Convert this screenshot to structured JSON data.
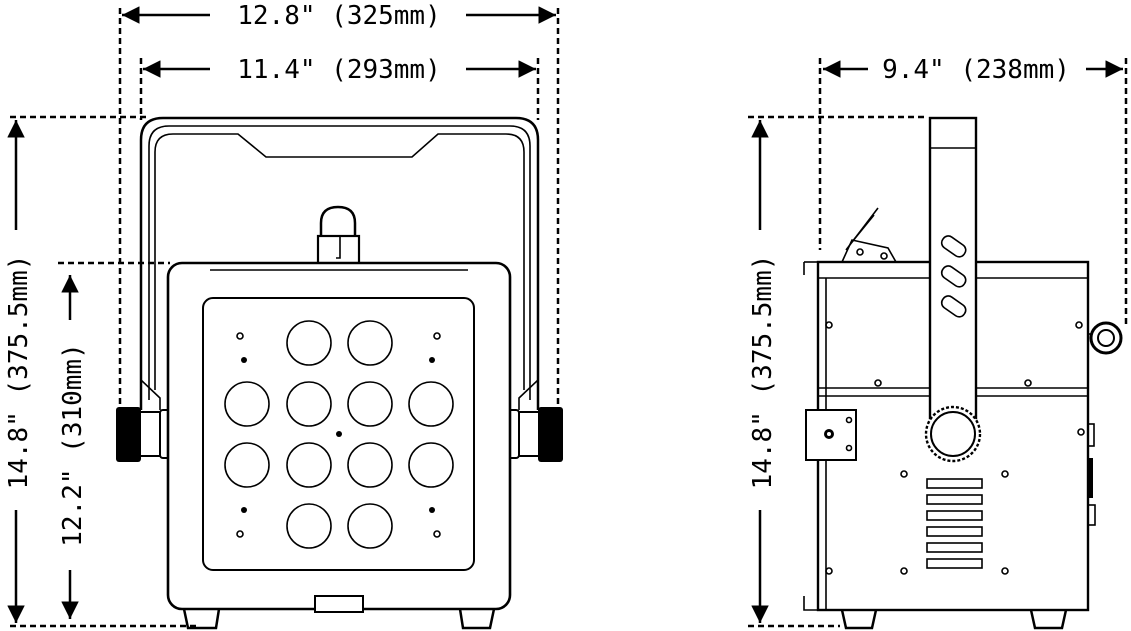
{
  "front_view": {
    "width_overall": "12.8\" (325mm)",
    "width_body": "11.4\" (293mm)",
    "height_overall": "14.8\" (375.5mm)",
    "height_body": "12.2\" (310mm)"
  },
  "side_view": {
    "depth": "9.4\" (238mm)",
    "height_overall": "14.8\" (375.5mm)"
  }
}
